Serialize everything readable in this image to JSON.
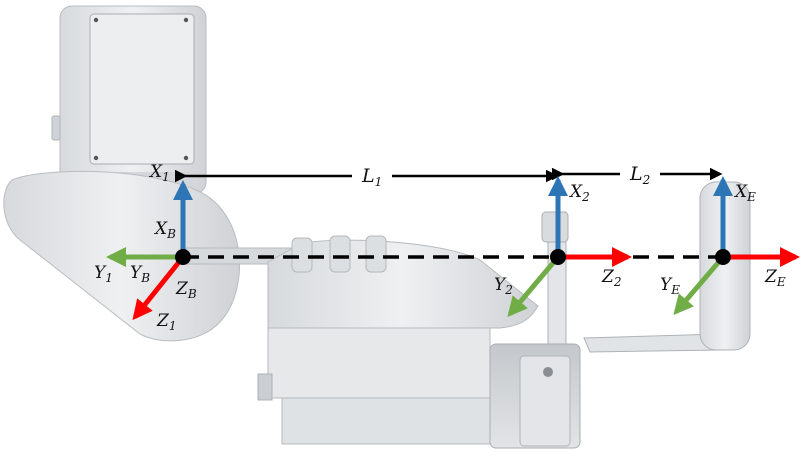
{
  "dimensions": {
    "L1": "L",
    "L1_sub": "1",
    "L2": "L",
    "L2_sub": "2"
  },
  "frames": {
    "base": {
      "x": "X",
      "x_sub": "B",
      "y": "Y",
      "y_sub": "B",
      "z": "Z",
      "z_sub": "B"
    },
    "joint1": {
      "x": "X",
      "x_sub": "1",
      "y": "Y",
      "y_sub": "1",
      "z": "Z",
      "z_sub": "1"
    },
    "joint2": {
      "x": "X",
      "x_sub": "2",
      "y": "Y",
      "y_sub": "2",
      "z": "Z",
      "z_sub": "2"
    },
    "end_effector": {
      "x": "X",
      "x_sub": "E",
      "y": "Y",
      "y_sub": "E",
      "z": "Z",
      "z_sub": "E"
    }
  },
  "colors": {
    "x_axis": "#2e75b6",
    "y_axis": "#70ad47",
    "z_axis": "#ff0000",
    "joint_dot": "#000000",
    "body": "#e4e6e8",
    "body_shadow": "#c9ccd0"
  }
}
